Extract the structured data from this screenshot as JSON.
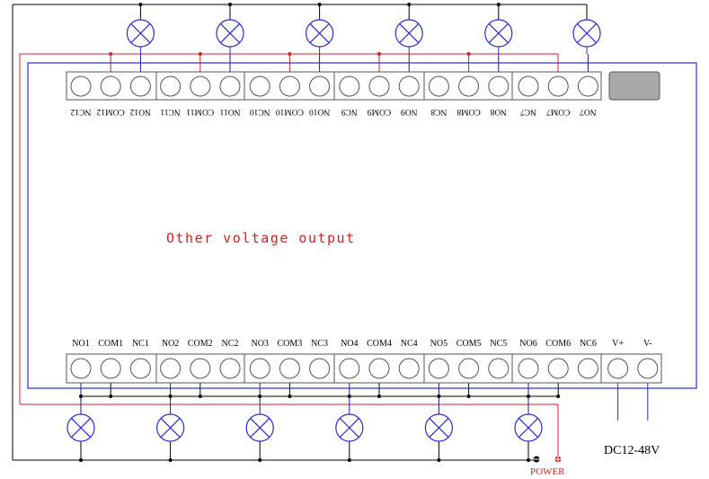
{
  "diagram": {
    "center_label": "Other voltage output",
    "power_label": "POWER",
    "supply_label": "DC12-48V",
    "top_terminals": [
      "NC12",
      "COM12",
      "NO12",
      "NC11",
      "COM11",
      "NO11",
      "NC10",
      "COM10",
      "NO10",
      "NC9",
      "COM9",
      "NO9",
      "NC8",
      "COM8",
      "NO8",
      "NC7",
      "COM7",
      "NO7"
    ],
    "bottom_terminals": [
      "NO1",
      "COM1",
      "NC1",
      "NO2",
      "COM2",
      "NC2",
      "NO3",
      "COM3",
      "NC3",
      "NO4",
      "COM4",
      "NC4",
      "NO5",
      "COM5",
      "NC5",
      "NO6",
      "COM6",
      "NC6",
      "V+",
      "V-"
    ],
    "colors": {
      "board_outline": "#2b2bd4",
      "common_wire": "#d42020",
      "load_wire": "#1a1a8a",
      "lamp": "#2b2bd4",
      "display": "#a9a9a9",
      "terminal_block": "#555555"
    }
  }
}
